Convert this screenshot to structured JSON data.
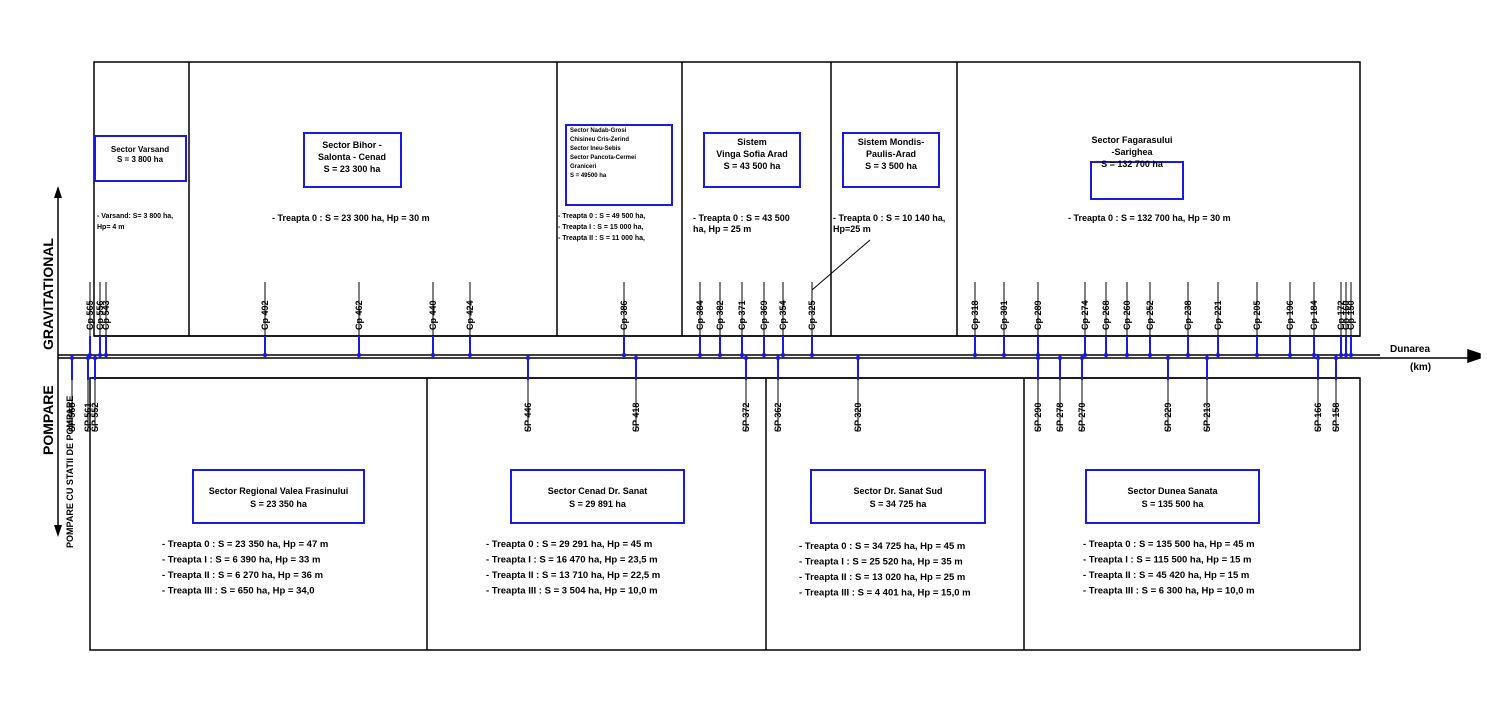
{
  "axis_labels": {
    "gravitational": "GRAVITATIONAL",
    "pompare": "POMPARE",
    "right_axis": [
      "Dunarea",
      "(km)"
    ]
  },
  "upper_sectors": [
    {
      "box_lines": [
        "Sector Varsand",
        "S = 3 800 ha"
      ],
      "notes": [
        "- Varsand: S= 3 800 ha,",
        "Hp= 4 m"
      ]
    },
    {
      "box_lines": [
        "Sector Bihor -",
        "Salonta - Cenad",
        "S = 23 300 ha"
      ],
      "notes": [
        "- Treapta 0 : S = 23 300 ha, Hp = 30 m"
      ]
    },
    {
      "box_lines": [
        "Sector Nadab-Grosi",
        "Chisineu Cris-Zerind",
        "Sector Ineu-Sebis",
        "Sector Pancota-Cermei",
        "Graniceri",
        "S = 49500 ha"
      ],
      "notes": [
        "- Treapta 0 : S = 49 500 ha,",
        "- Treapta I : S = 15 000 ha,",
        "- Treapta II : S = 11 000 ha,"
      ]
    },
    {
      "box_lines": [
        "Sistem",
        "Vinga Sofia Arad",
        "S = 43 500 ha"
      ],
      "notes": [
        "- Treapta 0 : S = 43 500",
        "ha, Hp = 25 m"
      ]
    },
    {
      "box_lines": [
        "Sistem Mondis-",
        "Paulis-Arad",
        "S = 3 500 ha"
      ],
      "notes": [
        "- Treapta 0 : S = 10 140 ha,",
        "Hp=25 m"
      ]
    },
    {
      "box_lines": [
        "Sector Fagarasului",
        "-Sarighea",
        "S = 132 700 ha"
      ],
      "notes": [
        "- Treapta 0 : S = 132 700 ha, Hp = 30 m"
      ]
    }
  ],
  "lower_sectors": [
    {
      "box_lines": [
        "Sector Regional Valea Frasinului",
        "S = 23 350 ha"
      ],
      "notes": [
        "- Treapta 0 : S = 23 350 ha, Hp = 47 m",
        "- Treapta I : S = 6 390 ha, Hp = 33 m",
        "- Treapta II : S = 6 270 ha, Hp = 36 m",
        "- Treapta III : S = 650 ha, Hp = 34,0"
      ]
    },
    {
      "box_lines": [
        "Sector Cenad Dr. Sanat",
        "S = 29 891 ha"
      ],
      "notes": [
        "- Treapta 0 : S = 29 291 ha, Hp = 45 m",
        "- Treapta I : S = 16 470 ha, Hp = 23,5 m",
        "- Treapta II : S = 13 710 ha, Hp = 22,5 m",
        "- Treapta III : S = 3 504 ha, Hp = 10,0 m"
      ]
    },
    {
      "box_lines": [
        "Sector Dr. Sanat Sud",
        "S = 34 725 ha"
      ],
      "notes": [
        "- Treapta 0 : S = 34 725 ha, Hp = 45 m",
        "- Treapta I : S = 25 520 ha, Hp = 35 m",
        "- Treapta II : S = 13 020 ha, Hp = 25 m",
        "- Treapta III : S = 4 401 ha, Hp = 15,0 m"
      ]
    },
    {
      "box_lines": [
        "Sector Dunea Sanata",
        "S = 135 500 ha"
      ],
      "notes": [
        "- Treapta 0 : S = 135 500 ha, Hp = 45 m",
        "- Treapta I : S = 115 500 ha, Hp = 15 m",
        "- Treapta II : S = 45 420 ha, Hp = 15 m",
        "- Treapta III : S = 6 300 ha, Hp = 10,0 m"
      ]
    }
  ],
  "upper_stations": [
    "Cp 565",
    "Cp 556",
    "Cp 543",
    "Cp 492",
    "Cp 462",
    "Cp 440",
    "Cp 424",
    "Cp 386",
    "Cp 384",
    "Cp 382",
    "Cp 371",
    "Cp 369",
    "Cp 354",
    "Cp 325",
    "Cp 318",
    "Cp 301",
    "Cp 289",
    "Cp 274",
    "Cp 268",
    "Cp 260",
    "Cp 252",
    "Cp 238",
    "Cp 221",
    "Cp 205",
    "Cp 196",
    "Cp 184",
    "Cp 172",
    "Cp 160",
    "Cp 150"
  ],
  "lower_stations": [
    "SP 568",
    "SP 561",
    "SP 552",
    "SP 446",
    "SP 418",
    "SP 372",
    "SP 362",
    "SP 320",
    "SP 290",
    "SP 278",
    "SP 270",
    "SP 229",
    "SP 213",
    "SP 166",
    "SP 158"
  ],
  "left_vertical_note": "POMPARE CU STATII DE POMPARE"
}
